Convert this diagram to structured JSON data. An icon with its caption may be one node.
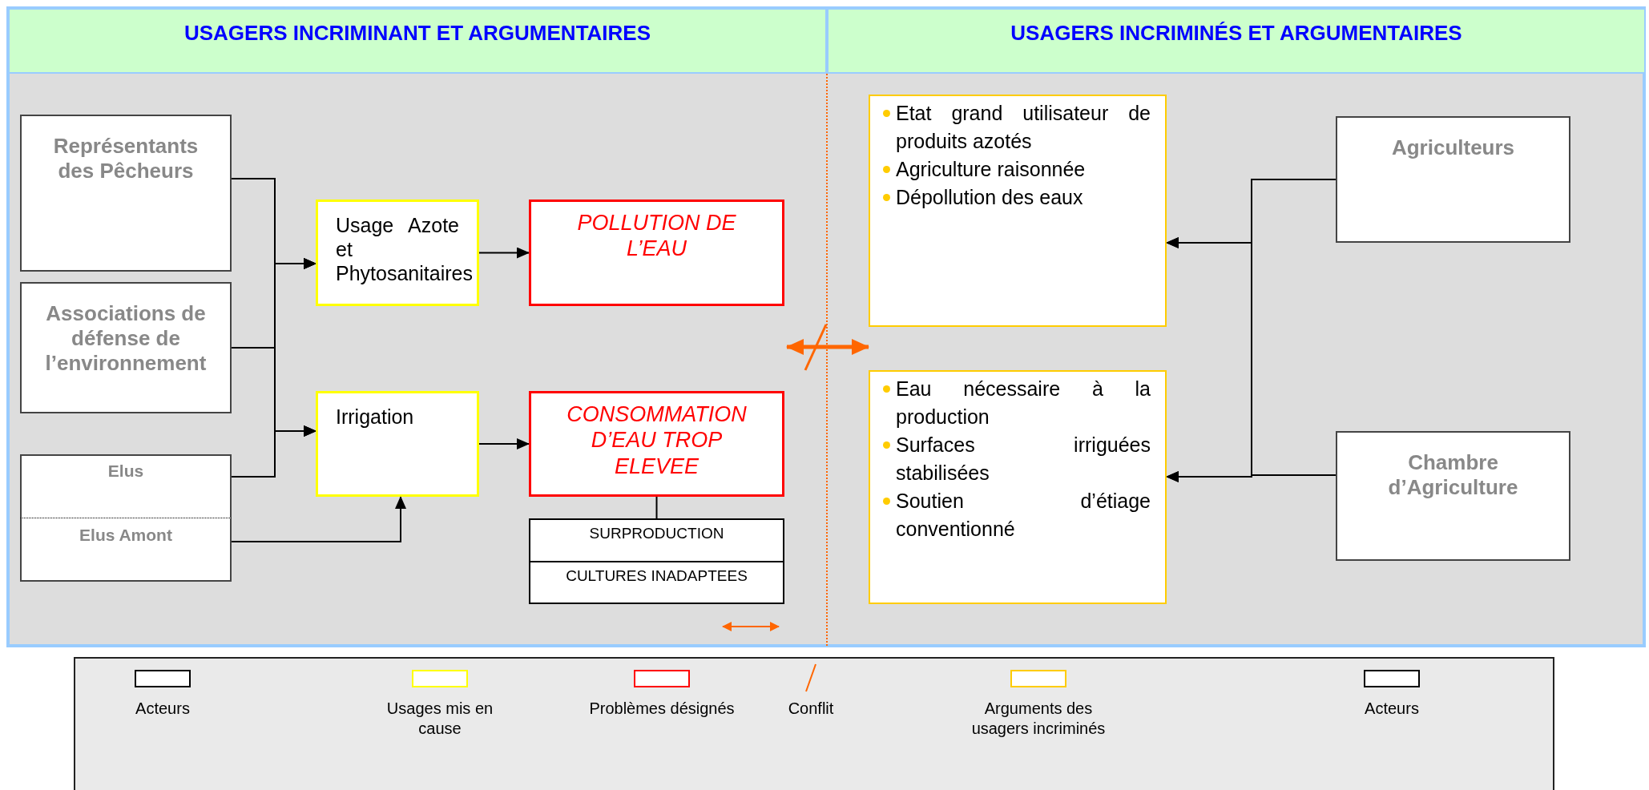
{
  "diagram": {
    "nodes": [
      {
        "text": [
          "USAGERS INCRIMINANT ET ARGUMENTAIRES"
        ]
      },
      {
        "text": [
          "Représentants des Pêcheurs"
        ]
      },
      {
        "text": [
          "Associations de défense de l’environnement"
        ]
      },
      {
        "text": [
          "Elus"
        ]
      },
      {
        "text": [
          "Elus Amont"
        ]
      },
      {
        "text": [
          "Usage Azote et Phytosanitaires"
        ]
      },
      {
        "text": [
          "Irrigation"
        ]
      },
      {
        "text": [
          "POLLUTION DE L’EAU"
        ]
      },
      {
        "text": [
          "CONSOMMATION D’EAU TROP ELEVEE"
        ]
      },
      {
        "text": [
          "SURPRODUCTION"
        ]
      },
      {
        "text": [
          "CULTURES INADAPTEES"
        ]
      },
      {
        "text": [
          "USAGERS INCRIMINÉS ET ARGUMENTAIRES"
        ]
      },
      {
        "text": [
          "Etat grand utilisateur de produits azotés",
          "Agriculture raisonnée",
          "Dépollution des eaux"
        ]
      },
      {
        "text": [
          "Eau nécessaire à la production",
          "Surfaces irriguées stabilisées",
          "Soutien d’étiage conventionné"
        ]
      },
      {
        "text": [
          "Agriculteurs"
        ]
      },
      {
        "text": [
          "Chambre d’Agriculture"
        ]
      }
    ],
    "edges": [
      {
        "from": 1,
        "to": 5,
        "arrow": "to"
      },
      {
        "from": 2,
        "to": 5,
        "arrow": "to"
      },
      {
        "from": 3,
        "to": 5,
        "arrow": "to"
      },
      {
        "from": 1,
        "to": 6,
        "arrow": "to"
      },
      {
        "from": 2,
        "to": 6,
        "arrow": "to"
      },
      {
        "from": 3,
        "to": 6,
        "arrow": "to"
      },
      {
        "from": 4,
        "to": 6,
        "arrow": "to"
      },
      {
        "from": 5,
        "to": 7,
        "arrow": "to"
      },
      {
        "from": 6,
        "to": 8,
        "arrow": "to"
      },
      {
        "from": 8,
        "to": 9,
        "arrow": "none"
      },
      {
        "from": 14,
        "to": 12,
        "arrow": "to"
      },
      {
        "from": 15,
        "to": 12,
        "arrow": "to"
      },
      {
        "from": 14,
        "to": 13,
        "arrow": "to"
      },
      {
        "from": 15,
        "to": 13,
        "arrow": "to"
      }
    ],
    "legend": [
      {
        "text": "Acteurs",
        "color": "#000000"
      },
      {
        "text": "Usages mis en cause",
        "color": "#ffff00"
      },
      {
        "text": "Problèmes désignés",
        "color": "#ff0000"
      },
      {
        "text": "Conflit"
      },
      {
        "text": "Arguments des usagers incriminés",
        "color": "#ffcc00"
      },
      {
        "text": "Acteurs",
        "color": "#000000"
      }
    ]
  }
}
